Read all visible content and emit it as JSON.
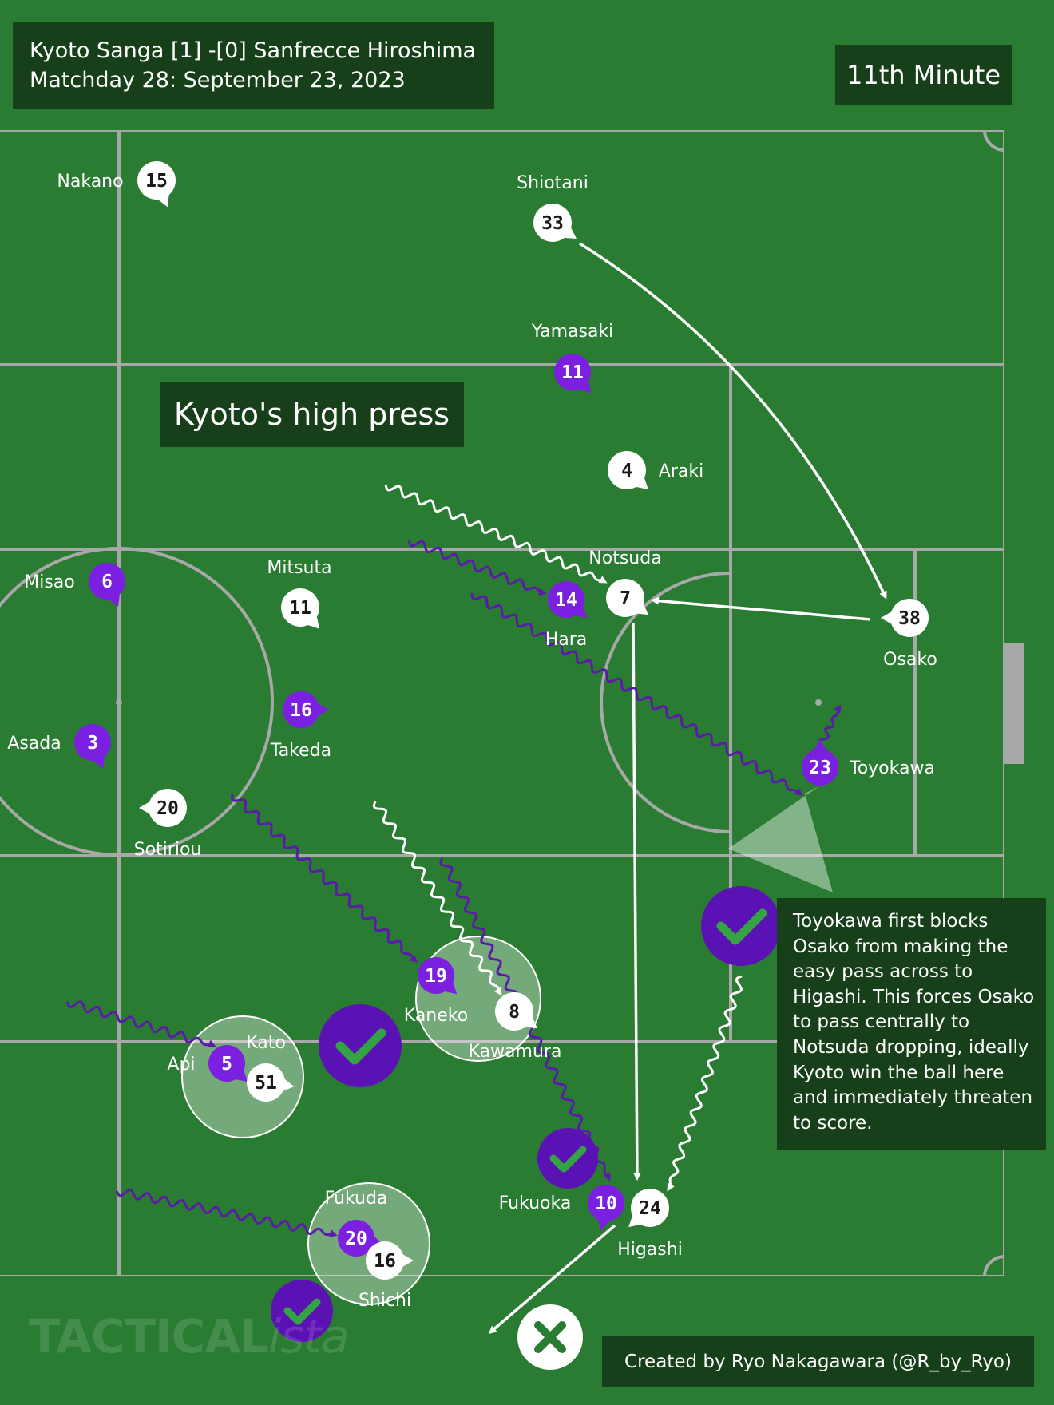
{
  "header": {
    "match_line": "Kyoto Sanga [1] -[0] Sanfrecce Hiroshima",
    "date_line": "Matchday 28: September 23, 2023"
  },
  "minute_label": "11th Minute",
  "press_label": "Kyoto's high press",
  "note": "Toyokawa first blocks Osako from making the easy pass across to Higashi. This forces Osako to pass centrally to Notsuda dropping, ideally Kyoto win the ball here and immediately threaten to score.",
  "credit": "Created by Ryo Nakagawara (@R_by_Ryo)",
  "watermark": {
    "bold": "TACTICAL",
    "italic": "ista"
  },
  "colors": {
    "pitch": "#2a7c33",
    "lines": "#a8a8a8",
    "kyoto": "#7b1fe0",
    "kyoto_dark": "#5a1ca8",
    "hiroshima": "#ffffff",
    "box": "#163f1a"
  },
  "kyoto_players": [
    {
      "number": "6",
      "name": "Misao"
    },
    {
      "number": "3",
      "name": "Asada"
    },
    {
      "number": "16",
      "name": "Takeda"
    },
    {
      "number": "11",
      "name": "Yamasaki"
    },
    {
      "number": "14",
      "name": "Hara"
    },
    {
      "number": "23",
      "name": "Toyokawa"
    },
    {
      "number": "19",
      "name": "Kaneko"
    },
    {
      "number": "5",
      "name": "Api"
    },
    {
      "number": "10",
      "name": "Fukuoka"
    },
    {
      "number": "20",
      "name": "Fukuda"
    }
  ],
  "hiroshima_players": [
    {
      "number": "15",
      "name": "Nakano"
    },
    {
      "number": "33",
      "name": "Shiotani"
    },
    {
      "number": "4",
      "name": "Araki"
    },
    {
      "number": "7",
      "name": "Notsuda"
    },
    {
      "number": "38",
      "name": "Osako"
    },
    {
      "number": "11",
      "name": "Mitsuta"
    },
    {
      "number": "20",
      "name": "Sotiriou"
    },
    {
      "number": "8",
      "name": "Kawamura"
    },
    {
      "number": "51",
      "name": "Kato"
    },
    {
      "number": "24",
      "name": "Higashi"
    },
    {
      "number": "16",
      "name": "Shichi"
    }
  ],
  "icons": {
    "success": "check-icon",
    "failure": "cross-icon"
  }
}
